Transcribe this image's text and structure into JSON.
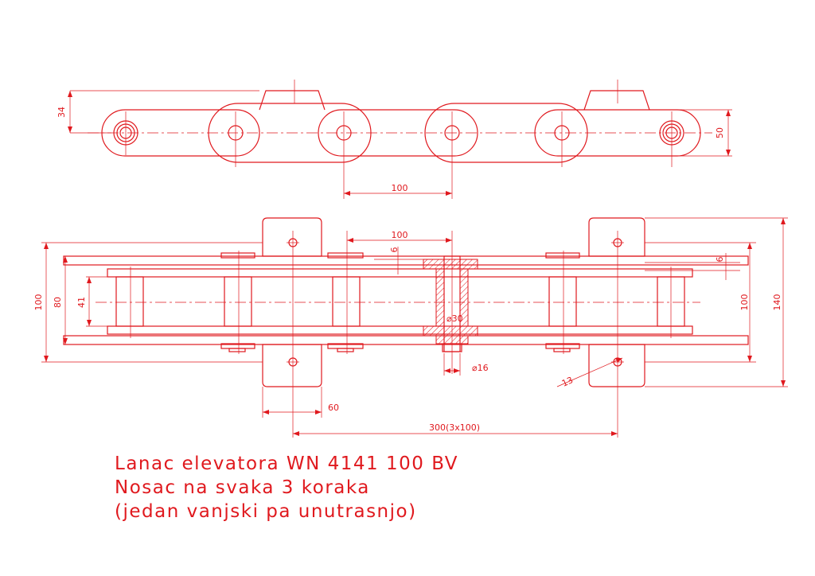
{
  "title_lines": [
    "Lanac elevatora WN 4141 100 BV",
    "Nosac na svaka 3 koraka",
    "(jedan vanjski  pa unutrasnjo)"
  ],
  "dimensions": {
    "top_height_34": "34",
    "top_height_50": "50",
    "top_pitch_100": "100",
    "mid_pitch_100": "100",
    "plate_thickness_6_left": "6",
    "plate_thickness_6_right": "6",
    "outer_width_100": "100",
    "width_80": "80",
    "width_41": "41",
    "pin_dia_30": "⌀30",
    "pin_dia_16": "⌀16",
    "right_width_100": "100",
    "overall_140": "140",
    "radius_13": "13",
    "attachment_60": "60",
    "pitch_300": "300(3x100)"
  }
}
